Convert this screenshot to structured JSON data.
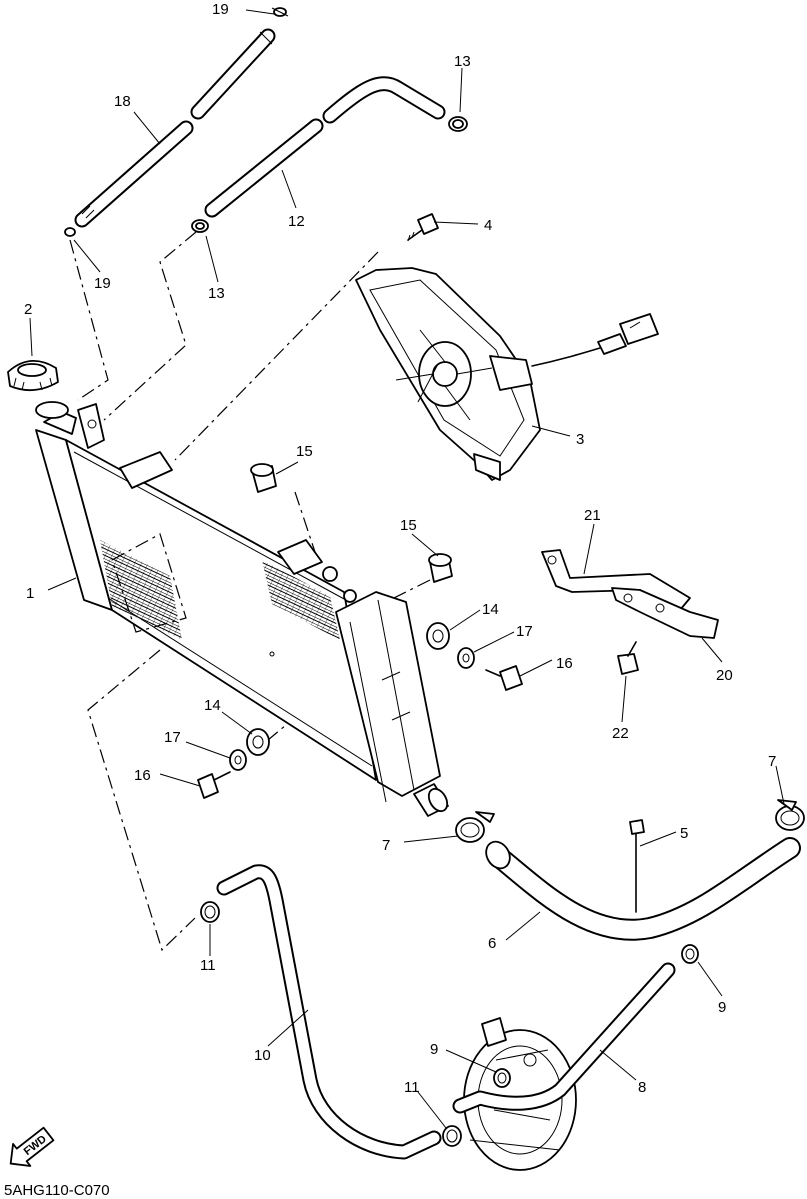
{
  "diagram": {
    "code": "5AHG110-C070",
    "fwd_label": "FWD",
    "callouts": {
      "c1": "1",
      "c2": "2",
      "c3": "3",
      "c4": "4",
      "c5": "5",
      "c6": "6",
      "c7a": "7",
      "c7b": "7",
      "c8": "8",
      "c9a": "9",
      "c9b": "9",
      "c10": "10",
      "c11a": "11",
      "c11b": "11",
      "c12": "12",
      "c13a": "13",
      "c13b": "13",
      "c14a": "14",
      "c14b": "14",
      "c15a": "15",
      "c15b": "15",
      "c16a": "16",
      "c16b": "16",
      "c17a": "17",
      "c17b": "17",
      "c18": "18",
      "c19a": "19",
      "c19b": "19",
      "c20": "20",
      "c21": "21",
      "c22": "22"
    }
  }
}
